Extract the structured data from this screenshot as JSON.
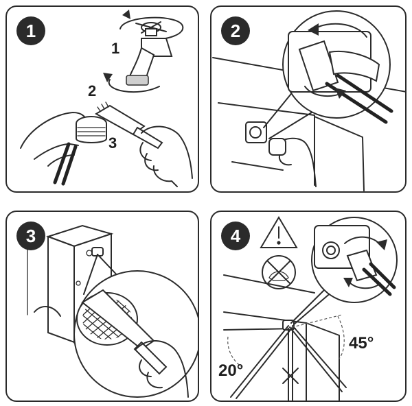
{
  "panels": [
    {
      "badge": "1",
      "labels": {
        "turn_1": "1",
        "turn_2": "2",
        "brush": "3"
      }
    },
    {
      "badge": "2"
    },
    {
      "badge": "3"
    },
    {
      "badge": "4",
      "labels": {
        "angle_left": "20°",
        "angle_right": "45°"
      }
    }
  ],
  "icons": [
    "rotate-arrow-icon",
    "warning-triangle-icon",
    "prohibited-icon",
    "crossed-out-icon"
  ]
}
